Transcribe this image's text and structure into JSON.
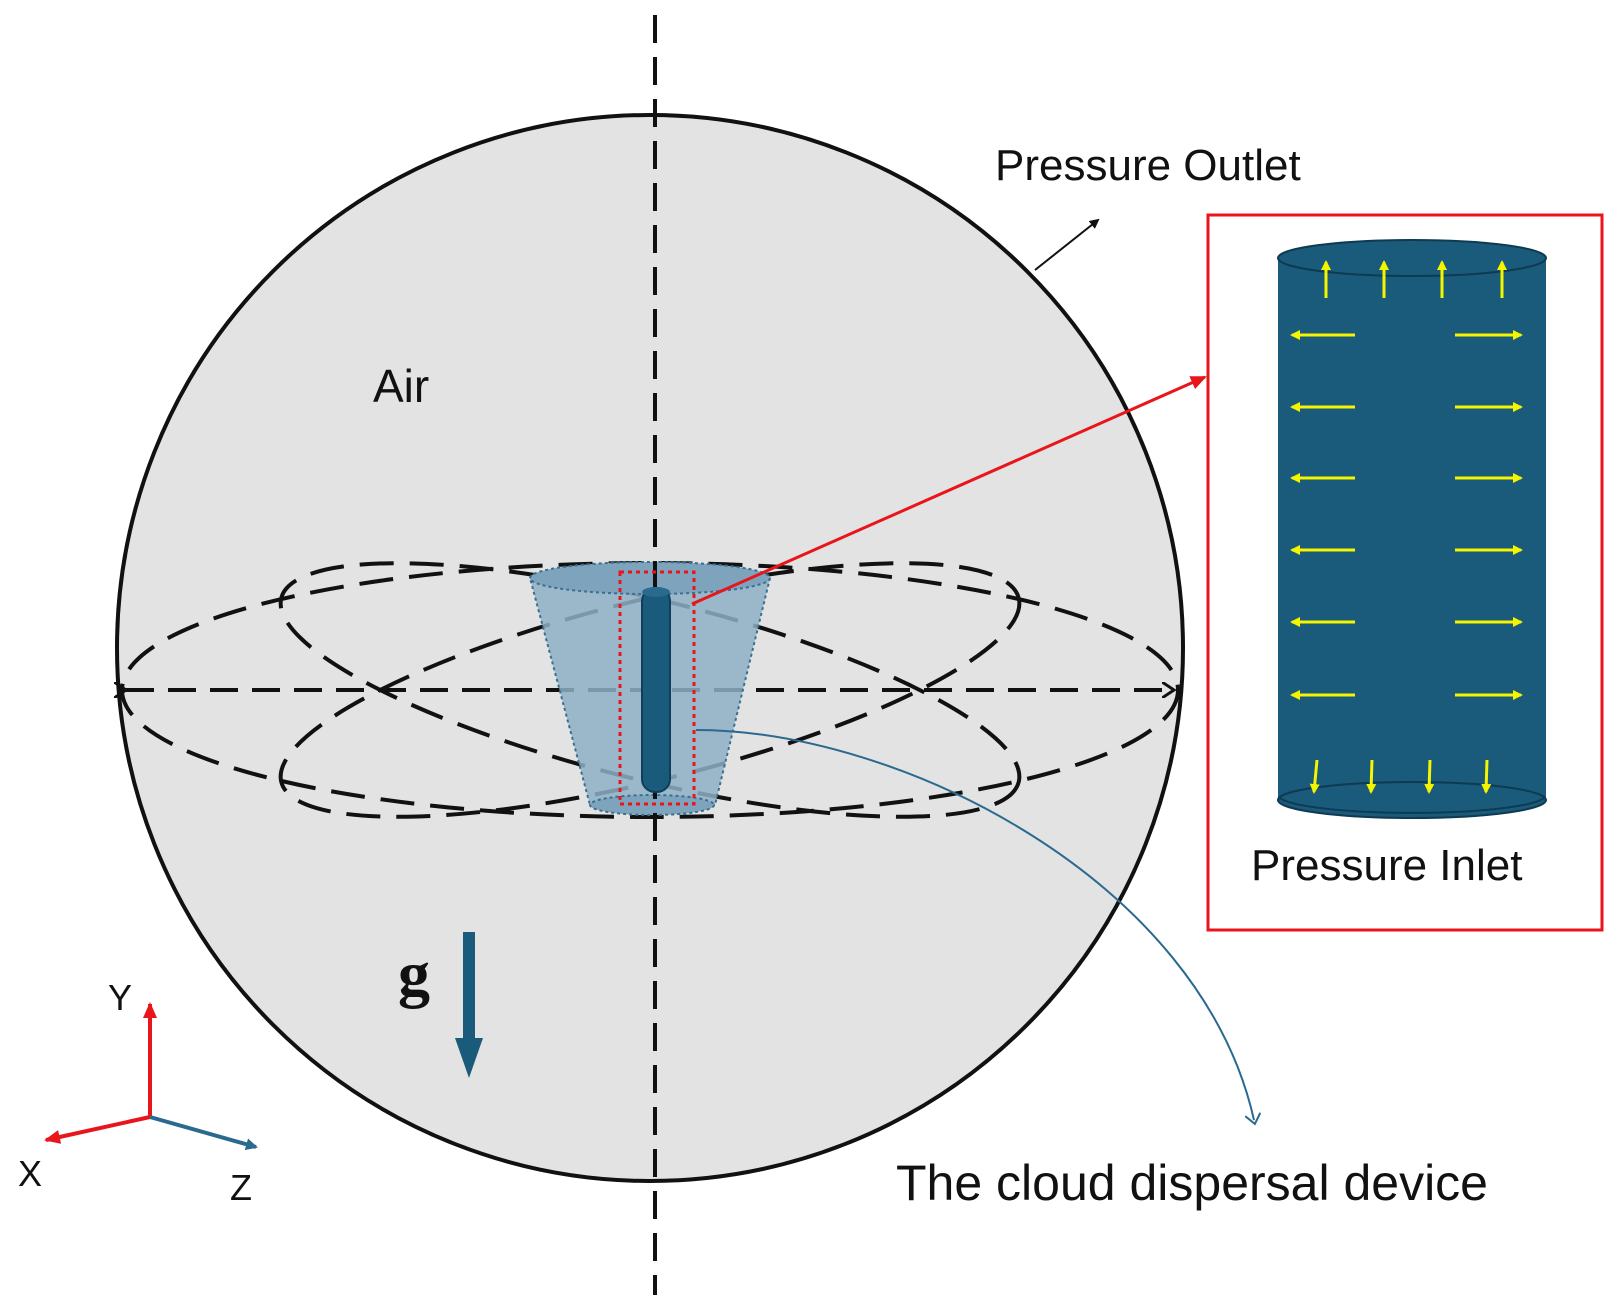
{
  "labels": {
    "air": "Air",
    "pressure_outlet": "Pressure Outlet",
    "pressure_inlet": "Pressure Inlet",
    "device": "The cloud dispersal device",
    "gravity": "g"
  },
  "axes": {
    "y": "Y",
    "x": "X",
    "z": "Z"
  },
  "colors": {
    "sphere_fill": "#e3e3e3",
    "device_blue": "#1a5a7a",
    "cone_fill": "#8eb0c6",
    "highlight_red": "#e8161b",
    "flow_arrow_yellow": "#f5f500",
    "axis_y_red": "#e8161b",
    "axis_x_red": "#e8161b",
    "axis_z_blue": "#2a6a8e"
  },
  "icons": {
    "flow_arrows": "yellow-arrow-icon",
    "gravity_arrow": "down-arrow-icon",
    "outlet_pointer": "arrow-icon"
  }
}
